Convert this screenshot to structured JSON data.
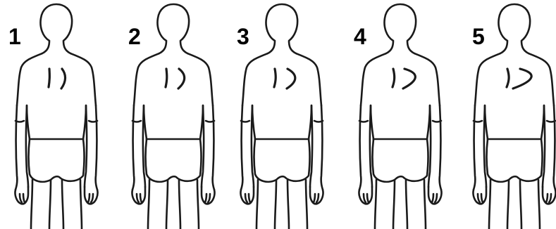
{
  "figures": [
    {
      "label": "1",
      "curve_level": 1
    },
    {
      "label": "2",
      "curve_level": 2
    },
    {
      "label": "3",
      "curve_level": 3
    },
    {
      "label": "4",
      "curve_level": 4
    },
    {
      "label": "5",
      "curve_level": 5
    }
  ],
  "colors": {
    "stroke": "#1a1a1a",
    "background": "#ffffff",
    "label": "#000000"
  }
}
